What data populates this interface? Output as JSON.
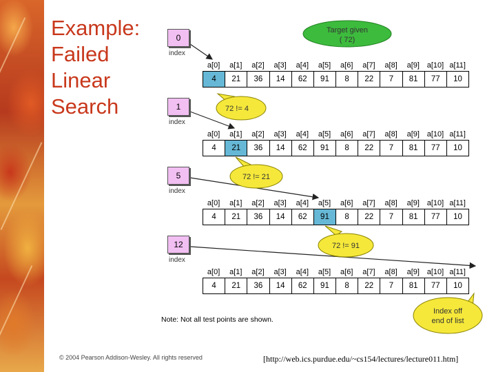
{
  "title": [
    "Example:",
    "Failed",
    "Linear",
    "Search"
  ],
  "target_bubble": [
    "Target given",
    "( 72)"
  ],
  "index_label": "index",
  "headers": [
    "a[0]",
    "a[1]",
    "a[2]",
    "a[3]",
    "a[4]",
    "a[5]",
    "a[6]",
    "a[7]",
    "a[8]",
    "a[9]",
    "a[10]",
    "a[11]"
  ],
  "values": [
    "4",
    "21",
    "36",
    "14",
    "62",
    "91",
    "8",
    "22",
    "7",
    "81",
    "77",
    "10"
  ],
  "steps": [
    {
      "index": "0",
      "highlight": 0,
      "comparison": ""
    },
    {
      "index": "1",
      "highlight": 1,
      "comparison": "72 != 4"
    },
    {
      "index": "5",
      "highlight": 5,
      "comparison": "72 != 21"
    },
    {
      "index": "12",
      "highlight": -1,
      "comparison": "72 != 91"
    }
  ],
  "end_bubble": [
    "Index off",
    "end of list"
  ],
  "note": "Note: Not all test points are shown.",
  "copyright": "© 2004 Pearson Addison-Wesley. All rights reserved",
  "source": "[http://web.ics.purdue.edu/~cs154/lectures/lecture011.htm]",
  "colors": {
    "title": "#c8381c",
    "highlight": "#66b8d6",
    "index_box": "#f2bff2",
    "green_bubble": "#3dbb3d",
    "yellow_bubble": "#f5e83a"
  }
}
